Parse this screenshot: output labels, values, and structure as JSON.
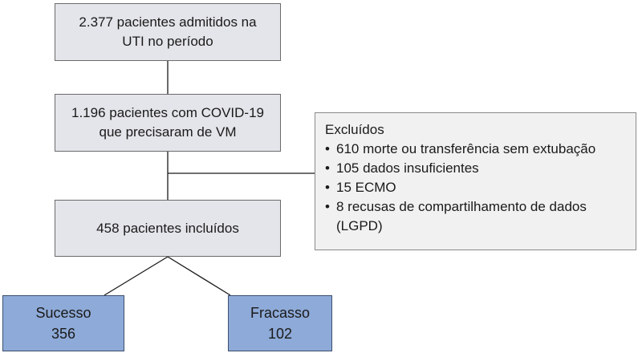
{
  "box_admitted": {
    "line1": "2.377 pacientes admitidos na",
    "line2": "UTI no período"
  },
  "box_covid": {
    "line1": "1.196 pacientes com COVID-19",
    "line2": "que precisaram de VM"
  },
  "box_included": {
    "label": "458 pacientes incluídos"
  },
  "excluded": {
    "title": "Excluídos",
    "items": [
      {
        "text": "610 morte ou transferência sem extubação"
      },
      {
        "text": "105 dados insuficientes"
      },
      {
        "text": "15 ECMO"
      },
      {
        "text": "8 recusas de compartilhamento de dados",
        "cont": "(LGPD)"
      }
    ]
  },
  "box_success": {
    "label": "Sucesso",
    "count": "356"
  },
  "box_failure": {
    "label": "Fracasso",
    "count": "102"
  },
  "colors": {
    "grey_box": "#e4e5ea",
    "blue_box": "#8eaad8",
    "excluded_box": "#f1f1f1",
    "line": "#1a1a1a"
  }
}
